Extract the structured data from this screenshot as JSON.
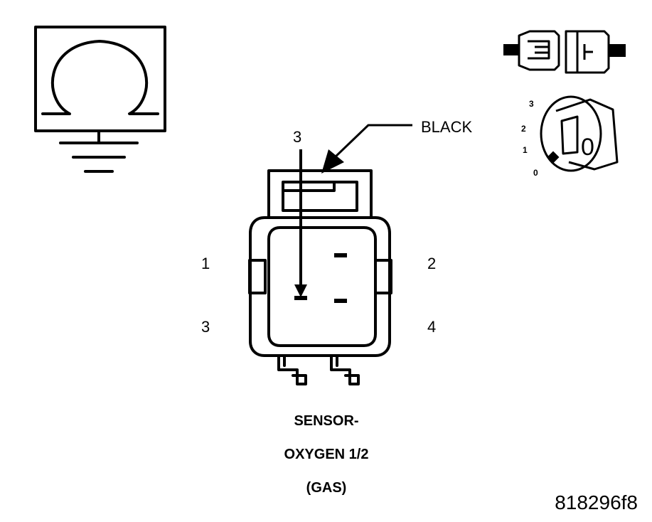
{
  "callouts": {
    "terminal_pointer": "3",
    "wire_color": "BLACK"
  },
  "pins": {
    "pin1": "1",
    "pin2": "2",
    "pin3": "3",
    "pin4": "4"
  },
  "caption": {
    "line1": "SENSOR-",
    "line2": "OXYGEN 1/2",
    "line3": "(GAS)"
  },
  "ignition_switch": {
    "positions": [
      "0",
      "1",
      "2",
      "3"
    ],
    "key_label": "0"
  },
  "figure_id": "818296f8",
  "icons": {
    "ohmmeter": "ohm-to-ground-icon",
    "connector": "disconnected-connector-icon",
    "ignition": "ignition-key-off-icon"
  }
}
